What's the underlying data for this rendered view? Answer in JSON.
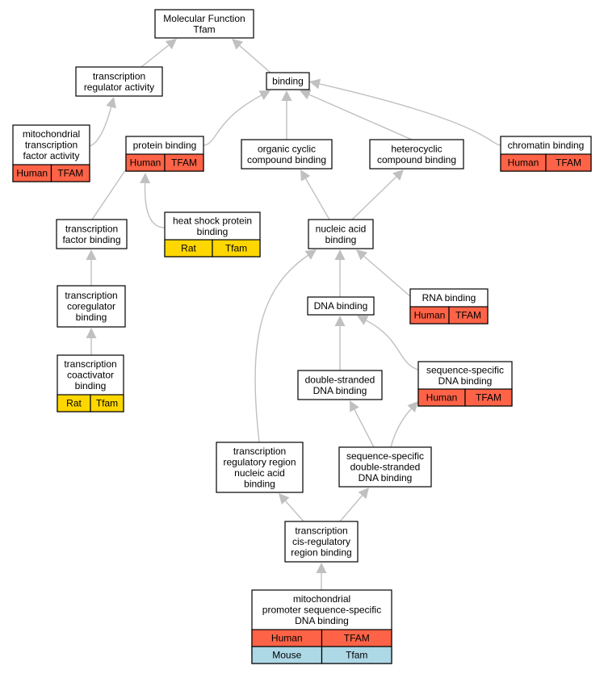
{
  "colors": {
    "Human": "#fe6347",
    "Rat": "#ffd700",
    "Mouse": "#add8e6",
    "edge": "#c0c0c0"
  },
  "nodes": [
    {
      "id": "molecular_function",
      "lines": [
        "Molecular Function",
        "Tfam"
      ],
      "rows": []
    },
    {
      "id": "transcription_regulator_activity",
      "lines": [
        "transcription",
        "regulator activity"
      ],
      "rows": []
    },
    {
      "id": "binding",
      "lines": [
        "binding"
      ],
      "rows": []
    },
    {
      "id": "mitochondrial_transcription_factor_activity",
      "lines": [
        "mitochondrial",
        "transcription",
        "factor activity"
      ],
      "rows": [
        {
          "species": "Human",
          "gene": "TFAM"
        }
      ]
    },
    {
      "id": "protein_binding",
      "lines": [
        "protein binding"
      ],
      "rows": [
        {
          "species": "Human",
          "gene": "TFAM"
        }
      ]
    },
    {
      "id": "organic_cyclic_compound_binding",
      "lines": [
        "organic cyclic",
        "compound binding"
      ],
      "rows": []
    },
    {
      "id": "heterocyclic_compound_binding",
      "lines": [
        "heterocyclic",
        "compound binding"
      ],
      "rows": []
    },
    {
      "id": "chromatin_binding",
      "lines": [
        "chromatin binding"
      ],
      "rows": [
        {
          "species": "Human",
          "gene": "TFAM"
        }
      ]
    },
    {
      "id": "transcription_factor_binding",
      "lines": [
        "transcription",
        "factor binding"
      ],
      "rows": []
    },
    {
      "id": "heat_shock_protein_binding",
      "lines": [
        "heat shock protein",
        "binding"
      ],
      "rows": [
        {
          "species": "Rat",
          "gene": "Tfam"
        }
      ]
    },
    {
      "id": "nucleic_acid_binding",
      "lines": [
        "nucleic acid",
        "binding"
      ],
      "rows": []
    },
    {
      "id": "rna_binding",
      "lines": [
        "RNA binding"
      ],
      "rows": [
        {
          "species": "Human",
          "gene": "TFAM"
        }
      ]
    },
    {
      "id": "transcription_coregulator_binding",
      "lines": [
        "transcription",
        "coregulator",
        "binding"
      ],
      "rows": []
    },
    {
      "id": "dna_binding",
      "lines": [
        "DNA binding"
      ],
      "rows": []
    },
    {
      "id": "transcription_coactivator_binding",
      "lines": [
        "transcription",
        "coactivator",
        "binding"
      ],
      "rows": [
        {
          "species": "Rat",
          "gene": "Tfam"
        }
      ]
    },
    {
      "id": "double_stranded_dna_binding",
      "lines": [
        "double-stranded",
        "DNA binding"
      ],
      "rows": []
    },
    {
      "id": "sequence_specific_dna_binding",
      "lines": [
        "sequence-specific",
        "DNA binding"
      ],
      "rows": [
        {
          "species": "Human",
          "gene": "TFAM"
        }
      ]
    },
    {
      "id": "transcription_regulatory_region_nucleic_acid_binding",
      "lines": [
        "transcription",
        "regulatory region",
        "nucleic acid",
        "binding"
      ],
      "rows": []
    },
    {
      "id": "sequence_specific_double_stranded_dna_binding",
      "lines": [
        "sequence-specific",
        "double-stranded",
        "DNA binding"
      ],
      "rows": []
    },
    {
      "id": "transcription_cis_regulatory_region_binding",
      "lines": [
        "transcription",
        "cis-regulatory",
        "region binding"
      ],
      "rows": []
    },
    {
      "id": "mitochondrial_promoter_sequence_specific_dna_binding",
      "lines": [
        "mitochondrial",
        "promoter sequence-specific",
        "DNA binding"
      ],
      "rows": [
        {
          "species": "Human",
          "gene": "TFAM"
        },
        {
          "species": "Mouse",
          "gene": "Tfam"
        }
      ]
    }
  ],
  "edges": [
    {
      "from": "transcription_regulator_activity",
      "to": "molecular_function"
    },
    {
      "from": "binding",
      "to": "molecular_function"
    },
    {
      "from": "mitochondrial_transcription_factor_activity",
      "to": "transcription_regulator_activity"
    },
    {
      "from": "protein_binding",
      "to": "binding"
    },
    {
      "from": "organic_cyclic_compound_binding",
      "to": "binding"
    },
    {
      "from": "heterocyclic_compound_binding",
      "to": "binding"
    },
    {
      "from": "chromatin_binding",
      "to": "binding"
    },
    {
      "from": "transcription_factor_binding",
      "to": "protein_binding"
    },
    {
      "from": "heat_shock_protein_binding",
      "to": "protein_binding"
    },
    {
      "from": "nucleic_acid_binding",
      "to": "organic_cyclic_compound_binding"
    },
    {
      "from": "nucleic_acid_binding",
      "to": "heterocyclic_compound_binding"
    },
    {
      "from": "transcription_coregulator_binding",
      "to": "transcription_factor_binding"
    },
    {
      "from": "transcription_coactivator_binding",
      "to": "transcription_coregulator_binding"
    },
    {
      "from": "rna_binding",
      "to": "nucleic_acid_binding"
    },
    {
      "from": "dna_binding",
      "to": "nucleic_acid_binding"
    },
    {
      "from": "transcription_regulatory_region_nucleic_acid_binding",
      "to": "nucleic_acid_binding"
    },
    {
      "from": "double_stranded_dna_binding",
      "to": "dna_binding"
    },
    {
      "from": "sequence_specific_dna_binding",
      "to": "dna_binding"
    },
    {
      "from": "sequence_specific_double_stranded_dna_binding",
      "to": "double_stranded_dna_binding"
    },
    {
      "from": "sequence_specific_double_stranded_dna_binding",
      "to": "sequence_specific_dna_binding"
    },
    {
      "from": "transcription_cis_regulatory_region_binding",
      "to": "transcription_regulatory_region_nucleic_acid_binding"
    },
    {
      "from": "transcription_cis_regulatory_region_binding",
      "to": "sequence_specific_double_stranded_dna_binding"
    },
    {
      "from": "mitochondrial_promoter_sequence_specific_dna_binding",
      "to": "transcription_cis_regulatory_region_binding"
    }
  ]
}
